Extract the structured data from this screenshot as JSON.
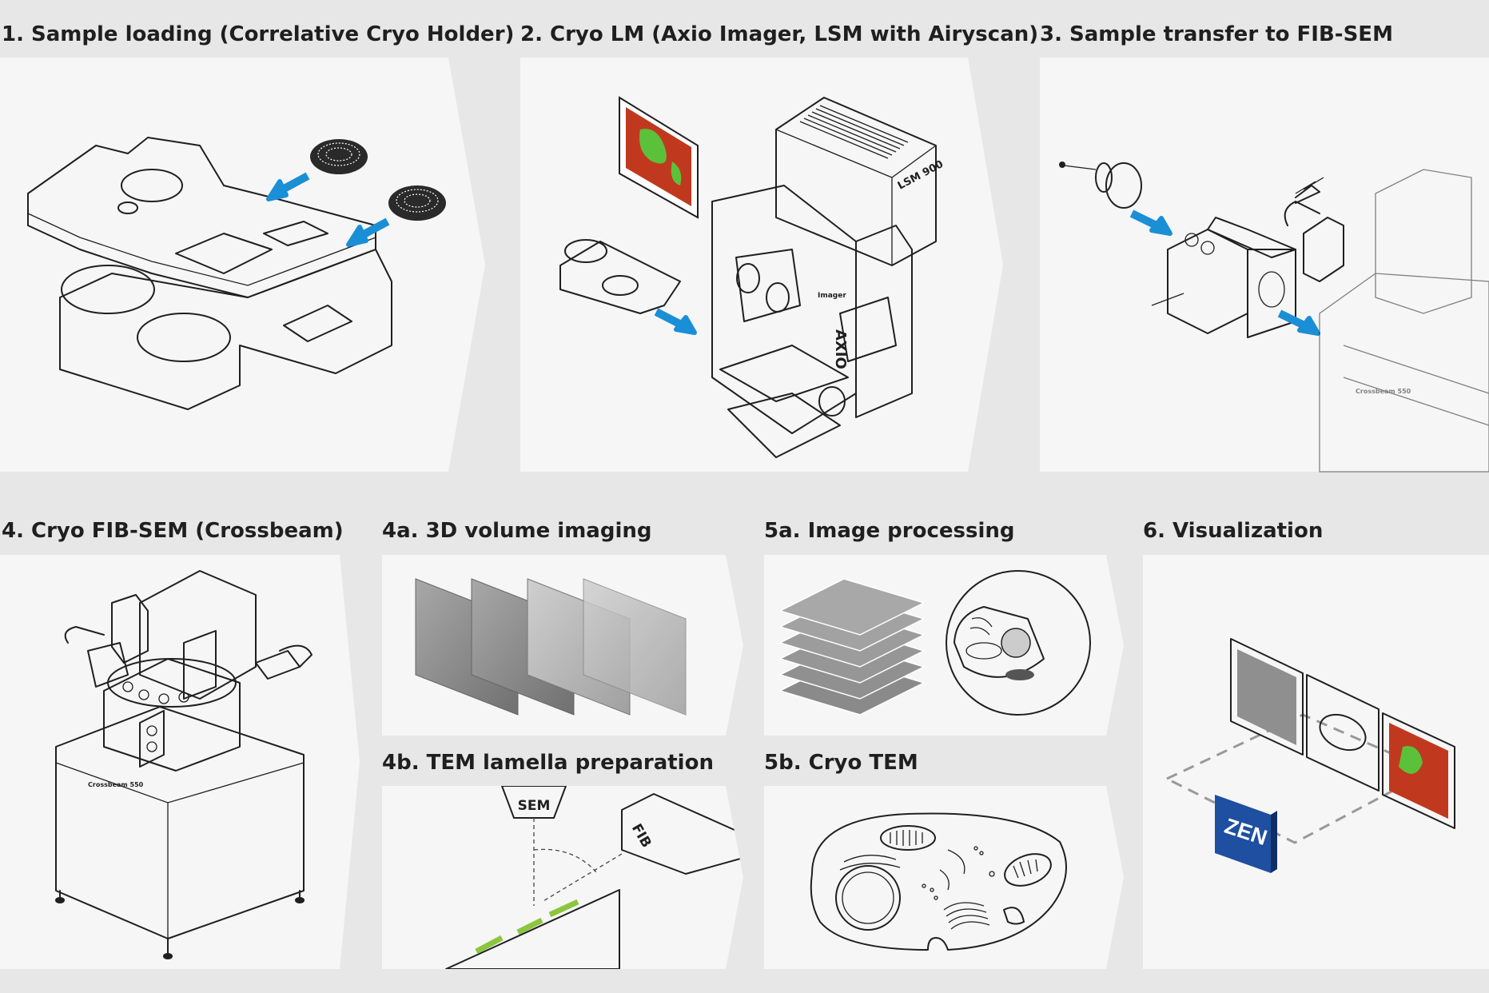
{
  "steps": {
    "s1": {
      "title": "1. Sample loading (Correlative Cryo Holder)"
    },
    "s2": {
      "title": "2. Cryo LM (Axio Imager, LSM with Airyscan)"
    },
    "s3": {
      "title": "3. Sample transfer to FIB-SEM"
    },
    "s4": {
      "title": "4. Cryo FIB-SEM (Crossbeam)"
    },
    "s4a": {
      "title": "4a. 3D volume imaging"
    },
    "s4b": {
      "title": "4b. TEM lamella preparation"
    },
    "s5a": {
      "title": "5a. Image processing"
    },
    "s5b": {
      "title": "5b. Cryo TEM"
    },
    "s6": {
      "title": "6. Visualization"
    }
  },
  "device_labels": {
    "lsm": "LSM 900",
    "imager": "Imager",
    "axio": "AXIO",
    "crossbeam": "Crossbeam 550",
    "crossbeam_small": "Crossbeam 550",
    "sem": "SEM",
    "fib": "FIB",
    "zen": "ZEN"
  },
  "colors": {
    "arrow_blue": "#1a8fd6",
    "panel_bg": "#f6f6f6",
    "page_bg": "#e7e7e7",
    "lamella_green": "#8cc63f",
    "zen_blue": "#1e4fa0",
    "fluorescence_red": "#c0391f",
    "fluorescence_green": "#5cc13a"
  }
}
